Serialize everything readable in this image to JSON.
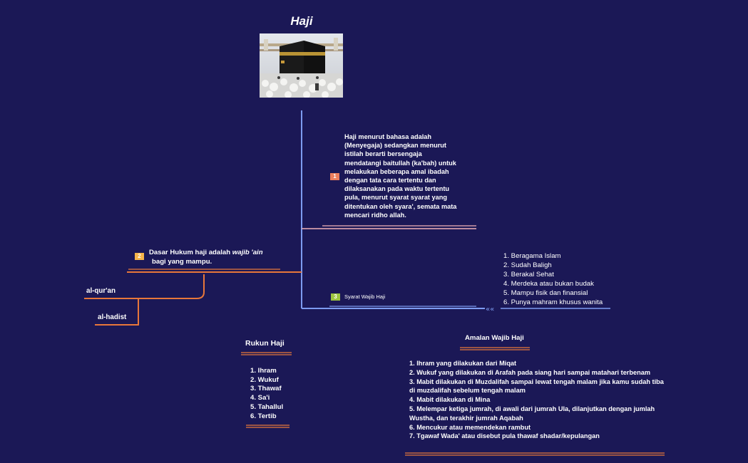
{
  "root": {
    "title": "Haji",
    "image_icon": "kaaba-photo"
  },
  "definition": {
    "badge": "1",
    "lines": [
      "Haji menurut bahasa adalah",
      "(Menyegaja) sedangkan menurut",
      "istilah berarti bersengaja",
      "mendatangi baitullah (ka'bah) untuk",
      "melakukan beberapa amal ibadah",
      "dengan tata cara tertentu dan",
      "dilaksanakan pada waktu tertentu",
      "pula, menurut syarat syarat yang",
      "ditentukan oleh syara', semata mata",
      "mencari ridho allah."
    ]
  },
  "dasar": {
    "badge": "2",
    "text_pre": "Dasar Hukum haji  adalah ",
    "text_em": "wajib 'ain",
    "text_line2": "bagi yang mampu.",
    "children": [
      "al-qur'an",
      "al-hadist"
    ]
  },
  "syarat": {
    "badge": "3",
    "title": "Syarat Wajib Haji",
    "items": [
      "1. Beragama Islam",
      "2. Sudah Baligh",
      "3. Berakal Sehat",
      "4. Merdeka atau bukan budak",
      "5. Mampu fisik dan finansial",
      "6. Punya mahram khusus wanita"
    ]
  },
  "rukun": {
    "title": "Rukun Haji",
    "items": [
      "1. Ihram",
      "2. Wukuf",
      "3. Thawaf",
      "4. Sa'i",
      "5. Tahallul",
      "6. Tertib"
    ]
  },
  "amalan": {
    "title": "Amalan Wajib Haji",
    "items": [
      "1. Ihram yang dilakukan dari Miqat",
      "2. Wukuf yang dilakukan di Arafah pada siang hari sampai matahari terbenam",
      "3. Mabit dilakukan di Muzdalifah sampai lewat tengah malam jika kamu sudah tiba di muzdalifah sebelum tengah malam",
      "4. Mabit dilakukan di Mina",
      "5. Melempar ketiga jumrah, di awali dari jumrah Ula, dilanjutkan dengan jumlah Wustha, dan terakhir jumrah Aqabah",
      "6. Mencukur atau memendekan rambut",
      "7. Tgawaf Wada' atau disebut pula thawaf shadar/kepulangan"
    ]
  },
  "colors": {
    "background": "#1b1856",
    "branch_blue": "#7d9bf0",
    "branch_orange": "#e8773a",
    "underline_pink": "#f1b3b8"
  }
}
